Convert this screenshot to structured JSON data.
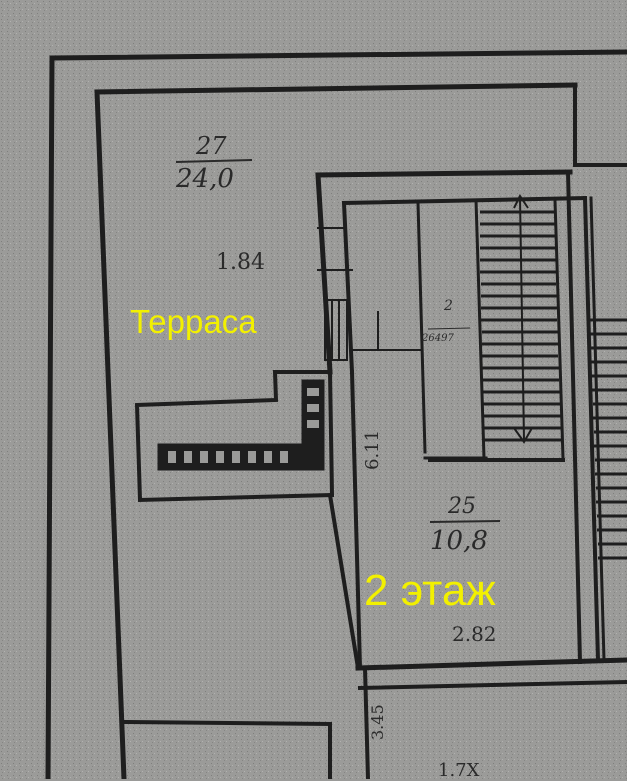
{
  "plan": {
    "paper_color": "#9b9b99",
    "line_color": "#1e1e1e",
    "annotation_color": "#f2f000",
    "rooms": [
      {
        "number": "27",
        "area": "24,0",
        "dimension": "1.84"
      },
      {
        "number": "2",
        "area": "26497"
      },
      {
        "number": "25",
        "area": "10,8",
        "width": "2.82",
        "length": "6.11"
      }
    ],
    "fragments": {
      "bottom_dimension": "3.45",
      "bottom_right": "1.7Х"
    },
    "annotations": {
      "terrace": "Терраса",
      "floor": "2 этаж"
    }
  }
}
